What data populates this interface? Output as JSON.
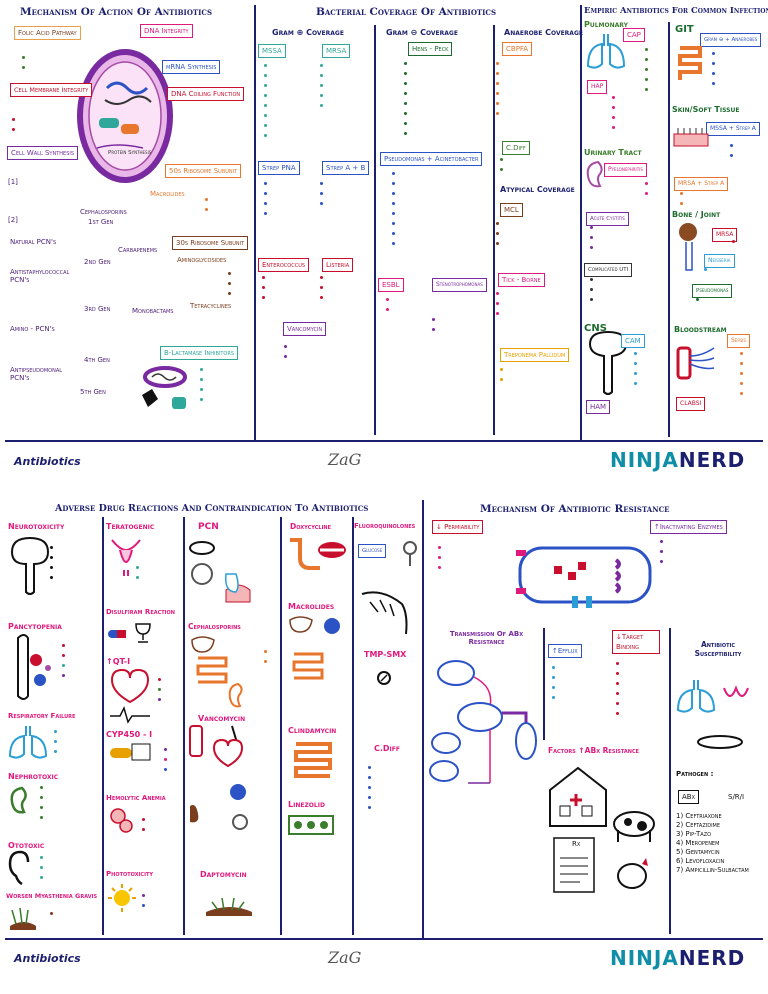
{
  "panel1": {
    "title": "Mechanism Of Action Of Antibiotics",
    "labels": {
      "folic_acid": "Folic Acid Pathway",
      "dna_integrity": "DNA Integrity",
      "mrna_synthesis": "mRNA Synthesis",
      "dna_coiling": "DNA Coiling Function",
      "cell_membrane": "Cell Membrane Integrity",
      "cell_wall": "Cell Wall Synthesis",
      "protein_synthesis": "Protein Synthesis",
      "ribosome_50s": "50s Ribosome Subunit",
      "ribosome_30s": "30s Ribosome Subunit",
      "macrolides": "Macrolides",
      "aminoglycosides": "Aminoglycosides",
      "tetracyclines": "Tetracyclines",
      "cephalosporins": "Cephalosporins",
      "gen1": "1st Gen",
      "gen2": "2nd Gen",
      "gen3": "3rd Gen",
      "gen4": "4th Gen",
      "gen5": "5th Gen",
      "carbapenems": "Carbapenems",
      "monobactams": "Monobactams",
      "blactamase": "B-Lactamase Inhibitors",
      "b_left1": "[1]",
      "b_left2": "[2]",
      "natural_pcn": "Natural PCN's",
      "antistaph_pcn": "Antistaphylococcal PCN's",
      "amino_pcn": "Amino - PCN's",
      "antipseudo_pcn": "Antipseudomonal PCN's"
    }
  },
  "panel2": {
    "title": "Bacterial Coverage Of Antibiotics",
    "gram_pos": "Gram ⊕ Coverage",
    "gram_neg": "Gram ⊖ Coverage",
    "anaerobe": "Anaerobe Coverage",
    "atypical": "Atypical Coverage",
    "mssa": "MSSA",
    "mrsa": "MRSA",
    "strep_pna": "Strep PNA",
    "strep_ab": "Strep A + B",
    "enterococcus": "Enterococcus",
    "listeria": "Listeria",
    "vancomycin": "Vancomycin",
    "hens_peck": "Hens - Peck",
    "pseudomonas": "Pseudomonas + Acinetobacter",
    "esbl": "ESBL",
    "steno": "Stenotrophomonas",
    "cbpfa": "CBPFA",
    "cdiff": "C.Diff",
    "mcl": "MCL",
    "tick_borne": "Tick - Borne",
    "treponema": "Treponema Pallidum"
  },
  "panel3": {
    "title": "Empiric Antibiotics For Common Infections",
    "pulmonary": "Pulmonary",
    "cap": "CAP",
    "hap": "HAP",
    "git": "GIT",
    "gram_neg_anaerobes": "Gram ⊖ + Anaerobes",
    "skin": "Skin/Soft Tissue",
    "mssa_strep": "MSSA + Strep A",
    "mrsa_strep": "MRSA + Strep A",
    "urinary": "Urinary Tract",
    "pyelo": "Pyelonephritis",
    "cystitis": "Acute Cystitis",
    "complicated_uti": "Complicated UTI",
    "bone": "Bone / Joint",
    "mrsa": "MRSA",
    "neisseria": "Neisseria",
    "pseudomonas": "Pseudomonas",
    "cns": "CNS",
    "cam": "CAM",
    "ham": "HAM",
    "bloodstream": "Bloodstream",
    "sepsis": "Sepsis",
    "clabsi": "CLABSI"
  },
  "panel4": {
    "title": "Adverse Drug Reactions And Contraindication To Antibiotics",
    "neurotoxicity": "Neurotoxicity",
    "pancytopenia": "Pancytopenia",
    "resp_failure": "Respiratory Failure",
    "nephrotoxic": "Nephrotoxic",
    "ototoxic": "Ototoxic",
    "myasthenia": "Worsen Myasthenia Gravis",
    "teratogenic": "Teratogenic",
    "disulfiram": "Disulfiram Reaction",
    "qt": "↑QT-I",
    "cyp": "CYP450 - I",
    "hemolytic": "Hemolytic Anemia",
    "phototoxicity": "Phototoxicity",
    "pcn": "PCN",
    "cephalosporins": "Cephalosporins",
    "vancomycin": "Vancomycin",
    "daptomycin": "Daptomycin",
    "doxycycline": "Doxycycline",
    "fluoroquinolones": "Fluoroquinolones",
    "glucose": "Glucose",
    "macrolides": "Macrolides",
    "tmp_smx": "TMP-SMX",
    "clindamycin": "Clindamycin",
    "cdiff": "C.Diff",
    "linezolid": "Linezolid"
  },
  "panel5": {
    "title": "Mechanism Of Antibiotic Resistance",
    "permeability": "↓ Permiability",
    "inactivating": "↑Inactivating Enzymes",
    "transmission": "Transmission Of ABx Resistance",
    "efflux": "↑Efflux",
    "target_binding": "↓Target Binding",
    "factors": "Factors ↑ABx Resistance",
    "susceptibility": "Antibiotic Susceptibility",
    "pathogen": "Pathogen :",
    "abx": "ABx",
    "sir": "S/R/I",
    "list": [
      "1) Ceftriaxone",
      "2) Ceftazidime",
      "3) Pip-Tazo",
      "4) Meropenem",
      "5) Gentamycin",
      "6) Levofloxacin",
      "7) Ampicillin-Sulbactam"
    ],
    "rx": "Rx"
  },
  "footer": {
    "label": "Antibiotics",
    "signature": "ZaG",
    "brand1": "NINJA",
    "brand2": "NERD"
  },
  "colors": {
    "navy": "#1b1f6e",
    "pink": "#e0197d",
    "teal": "#2fa79b",
    "purple": "#7a2aa0",
    "orange": "#e8762c",
    "blue": "#2b53c6",
    "brown": "#7a3d1e",
    "red": "#c8102e"
  }
}
